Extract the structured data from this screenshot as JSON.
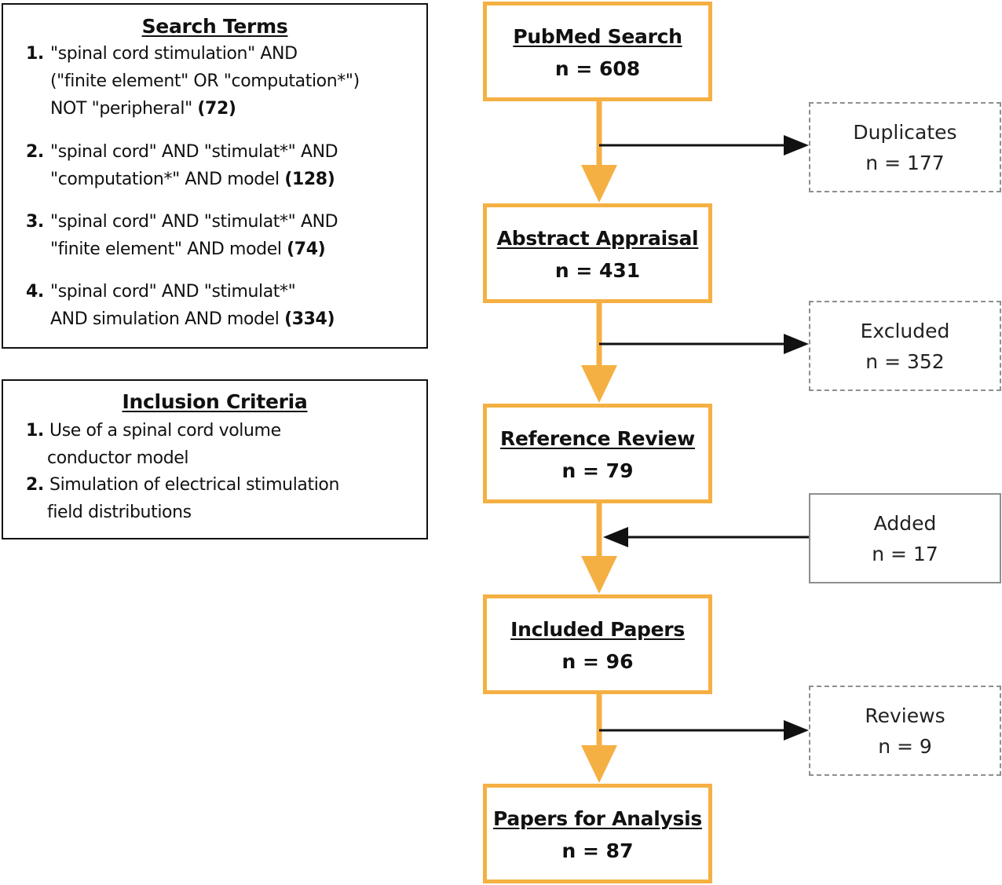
{
  "search_terms": {
    "title": "Search Terms",
    "items": [
      {
        "num": "1.",
        "line1": "\"spinal cord stimulation\" AND",
        "line2": "(\"finite element\" OR \"computation*\")",
        "line3_pre": "NOT \"peripheral\" ",
        "count": "(72)"
      },
      {
        "num": "2.",
        "line1": "\"spinal cord\" AND \"stimulat*\" AND",
        "line2_pre": "\"computation*\" AND model ",
        "count": "(128)"
      },
      {
        "num": "3.",
        "line1": "\"spinal cord\" AND \"stimulat*\" AND",
        "line2_pre": "\"finite element\" AND model ",
        "count": "(74)"
      },
      {
        "num": "4.",
        "line1": "\"spinal cord\" AND \"stimulat*\"",
        "line2_pre": "AND simulation AND model ",
        "count": "(334)"
      }
    ]
  },
  "inclusion_criteria": {
    "title": "Inclusion Criteria",
    "items": [
      {
        "num": "1.",
        "line1": "Use of a spinal cord volume",
        "line2": "conductor model"
      },
      {
        "num": "2.",
        "line1": "Simulation of electrical stimulation",
        "line2": "field distributions"
      }
    ]
  },
  "flow": {
    "pubmed": {
      "label": "PubMed Search",
      "count": "n = 608"
    },
    "abstract": {
      "label": "Abstract Appraisal",
      "count": "n = 431"
    },
    "reference": {
      "label": "Reference Review",
      "count": "n = 79"
    },
    "included": {
      "label": "Included Papers",
      "count": "n = 96"
    },
    "analysis": {
      "label": "Papers for Analysis",
      "count": "n = 87"
    }
  },
  "side": {
    "duplicates": {
      "label": "Duplicates",
      "count": "n = 177"
    },
    "excluded": {
      "label": "Excluded",
      "count": "n = 352"
    },
    "added": {
      "label": "Added",
      "count": "n = 17"
    },
    "reviews": {
      "label": "Reviews",
      "count": "n = 9"
    }
  },
  "colors": {
    "flow_border": "#f5b043",
    "flow_arrow": "#f5b043",
    "side_border": "#8e8e8e",
    "side_arrow": "#111111",
    "panel_border": "#111111"
  }
}
